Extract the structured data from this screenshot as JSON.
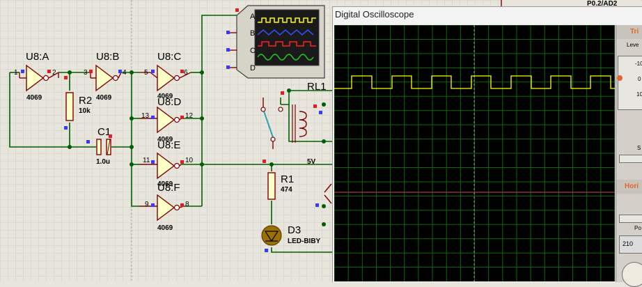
{
  "schematic": {
    "gates": [
      {
        "ref": "U8:A",
        "value": "4069",
        "pin_in": "1",
        "pin_out": "2"
      },
      {
        "ref": "U8:B",
        "value": "4069",
        "pin_in": "3",
        "pin_out": "4"
      },
      {
        "ref": "U8:C",
        "value": "4069",
        "pin_in": "5",
        "pin_out": "6"
      },
      {
        "ref": "U8:D",
        "value": "4069",
        "pin_in": "13",
        "pin_out": "12"
      },
      {
        "ref": "U8:E",
        "value": "4069",
        "pin_in": "11",
        "pin_out": "10"
      },
      {
        "ref": "U8:F",
        "value": "4069",
        "pin_in": "9",
        "pin_out": "8"
      }
    ],
    "r2": {
      "ref": "R2",
      "value": "10k"
    },
    "c1": {
      "ref": "C1",
      "value": "1.0u"
    },
    "r1": {
      "ref": "R1",
      "value": "474"
    },
    "d3": {
      "ref": "D3",
      "value": "LED-BIBY"
    },
    "rl1": {
      "ref": "RL1",
      "supply": "5V"
    },
    "scope_channels": [
      "A",
      "B",
      "C",
      "D"
    ],
    "corner_text": "P0.2/AD2"
  },
  "oscilloscope": {
    "title": "Digital Oscilloscope",
    "trigger_label": "Tri",
    "level_label": "Leve",
    "level_ticks": [
      "-10",
      "0",
      "10"
    ],
    "slope_label": "S",
    "horizontal_label": "Hori",
    "position_label": "Po",
    "time_value": "210",
    "colors": {
      "channel_a": "#ffff00",
      "grid": "#00aa00",
      "center": "#c0c0c0",
      "marker": "#a33b3b",
      "accent": "#e0642c"
    }
  }
}
